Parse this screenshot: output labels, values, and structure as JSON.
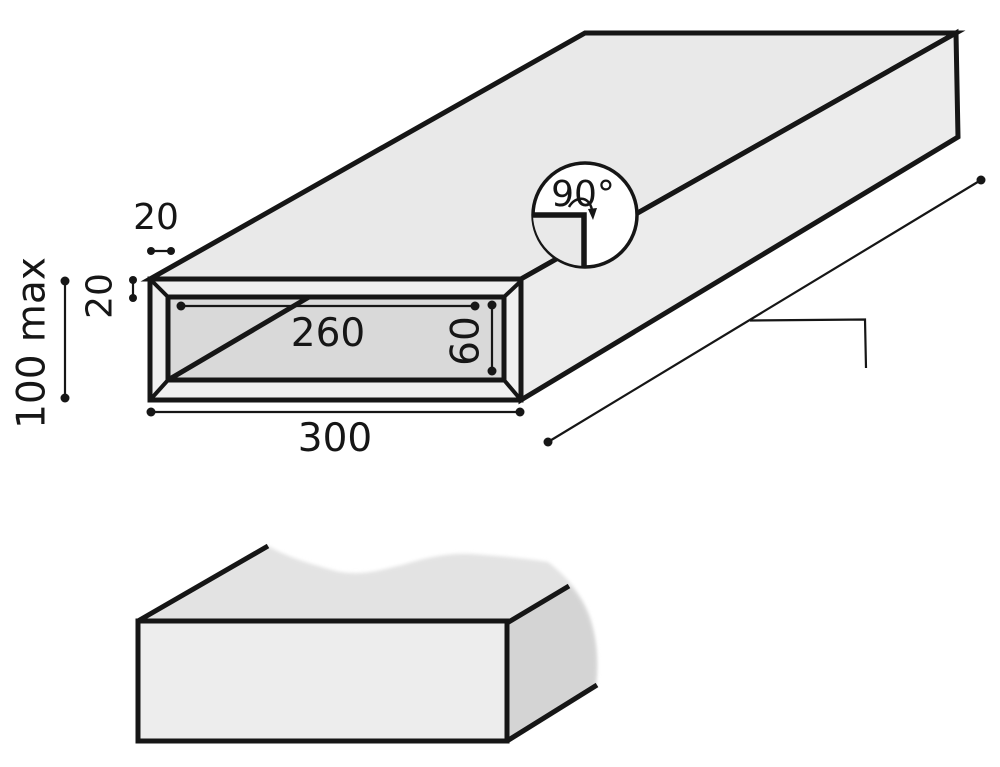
{
  "dimensions": {
    "outer_width": "300",
    "inner_width": "260",
    "inner_height": "60",
    "overall_height": "100 max",
    "wall_thickness_top": "20",
    "wall_thickness_side": "20",
    "corner_angle": "90°"
  },
  "colors": {
    "background": "#ffffff",
    "line": "#161616",
    "top_face": "#e9e9e9",
    "side_face": "#ececec",
    "front_frame": "#f0f0f0",
    "inner_panel": "#d9d9d9",
    "detail_circle": "#ffffff",
    "detail_quadrant": "#e9e9e9",
    "block_front": "#ededed",
    "block_top": "#e3e3e3",
    "block_side": "#d4d4d4"
  }
}
